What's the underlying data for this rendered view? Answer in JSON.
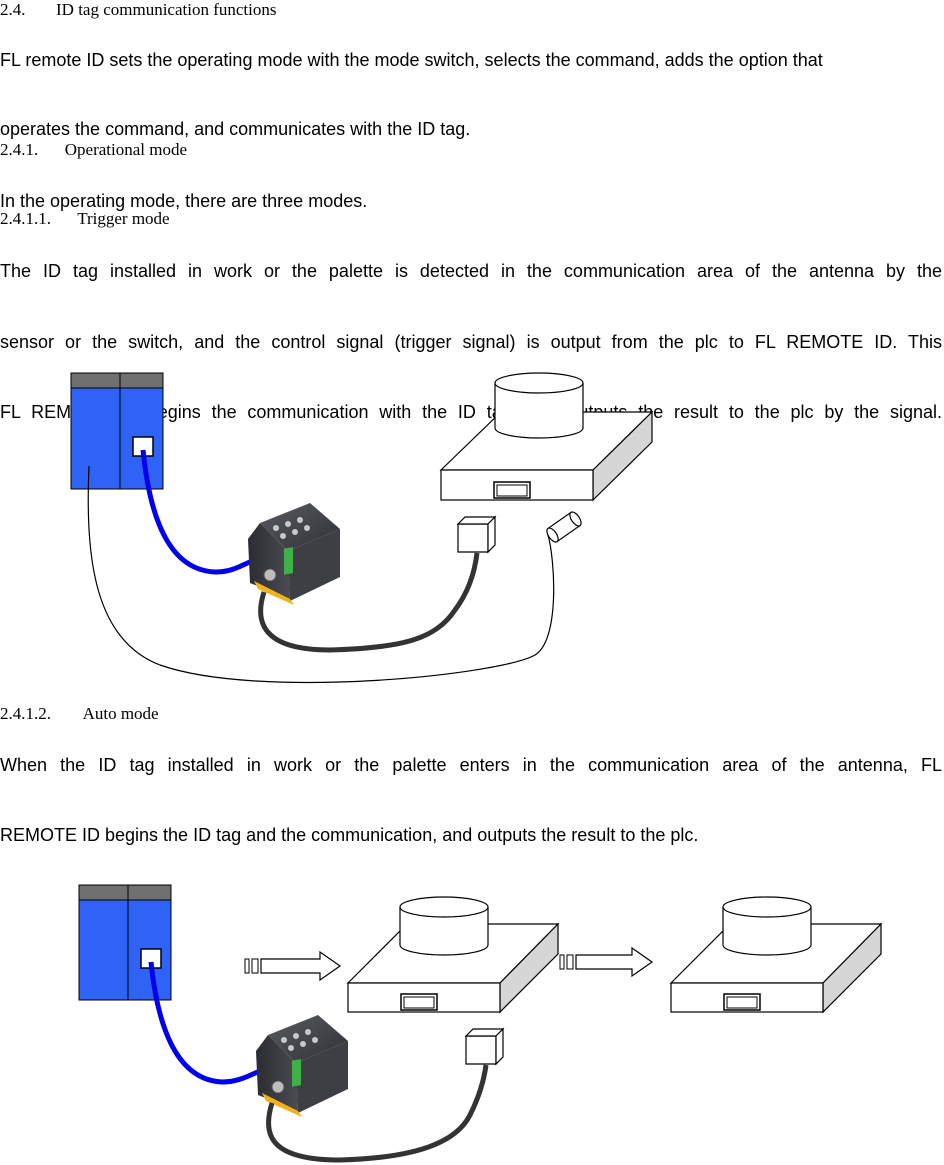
{
  "sections": {
    "s24": {
      "number": "2.4.",
      "title": "ID tag communication functions"
    },
    "s241": {
      "number": "2.4.1.",
      "title": "Operational mode"
    },
    "s2411": {
      "number": "2.4.1.1.",
      "title": "Trigger mode"
    },
    "s2412": {
      "number": "2.4.1.2.",
      "title": "Auto mode"
    }
  },
  "paragraphs": {
    "intro_line1": "FL remote ID sets the operating mode with the mode switch, selects the command, adds the option that",
    "intro_line2": "operates the command, and communicates with the ID tag.",
    "opmode_line1": "In the operating mode, there are three modes.",
    "trigger_line1": "The ID tag installed in work or the palette is detected in the communication area of the antenna by the",
    "trigger_line2": "sensor or the switch, and the control signal (trigger signal) is output from the plc to FL REMOTE ID. This",
    "trigger_line3": "FL REMOTE ID begins the communication with the ID tag, and outputs the result to the plc by the signal.",
    "auto_line1": "When the ID tag installed in work or the palette enters in the communication area of the antenna, FL",
    "auto_line2": "REMOTE    ID begins the ID tag and the communication, and outputs the result to the plc."
  },
  "colors": {
    "plc_blue": "#2f63f5",
    "plc_gray": "#6f6f6f",
    "blue_cable": "#0000ee",
    "black_cable": "#333333",
    "module_dark": "#3d3f45",
    "module_green": "#3fb04a",
    "module_yellow": "#f2b21c"
  }
}
